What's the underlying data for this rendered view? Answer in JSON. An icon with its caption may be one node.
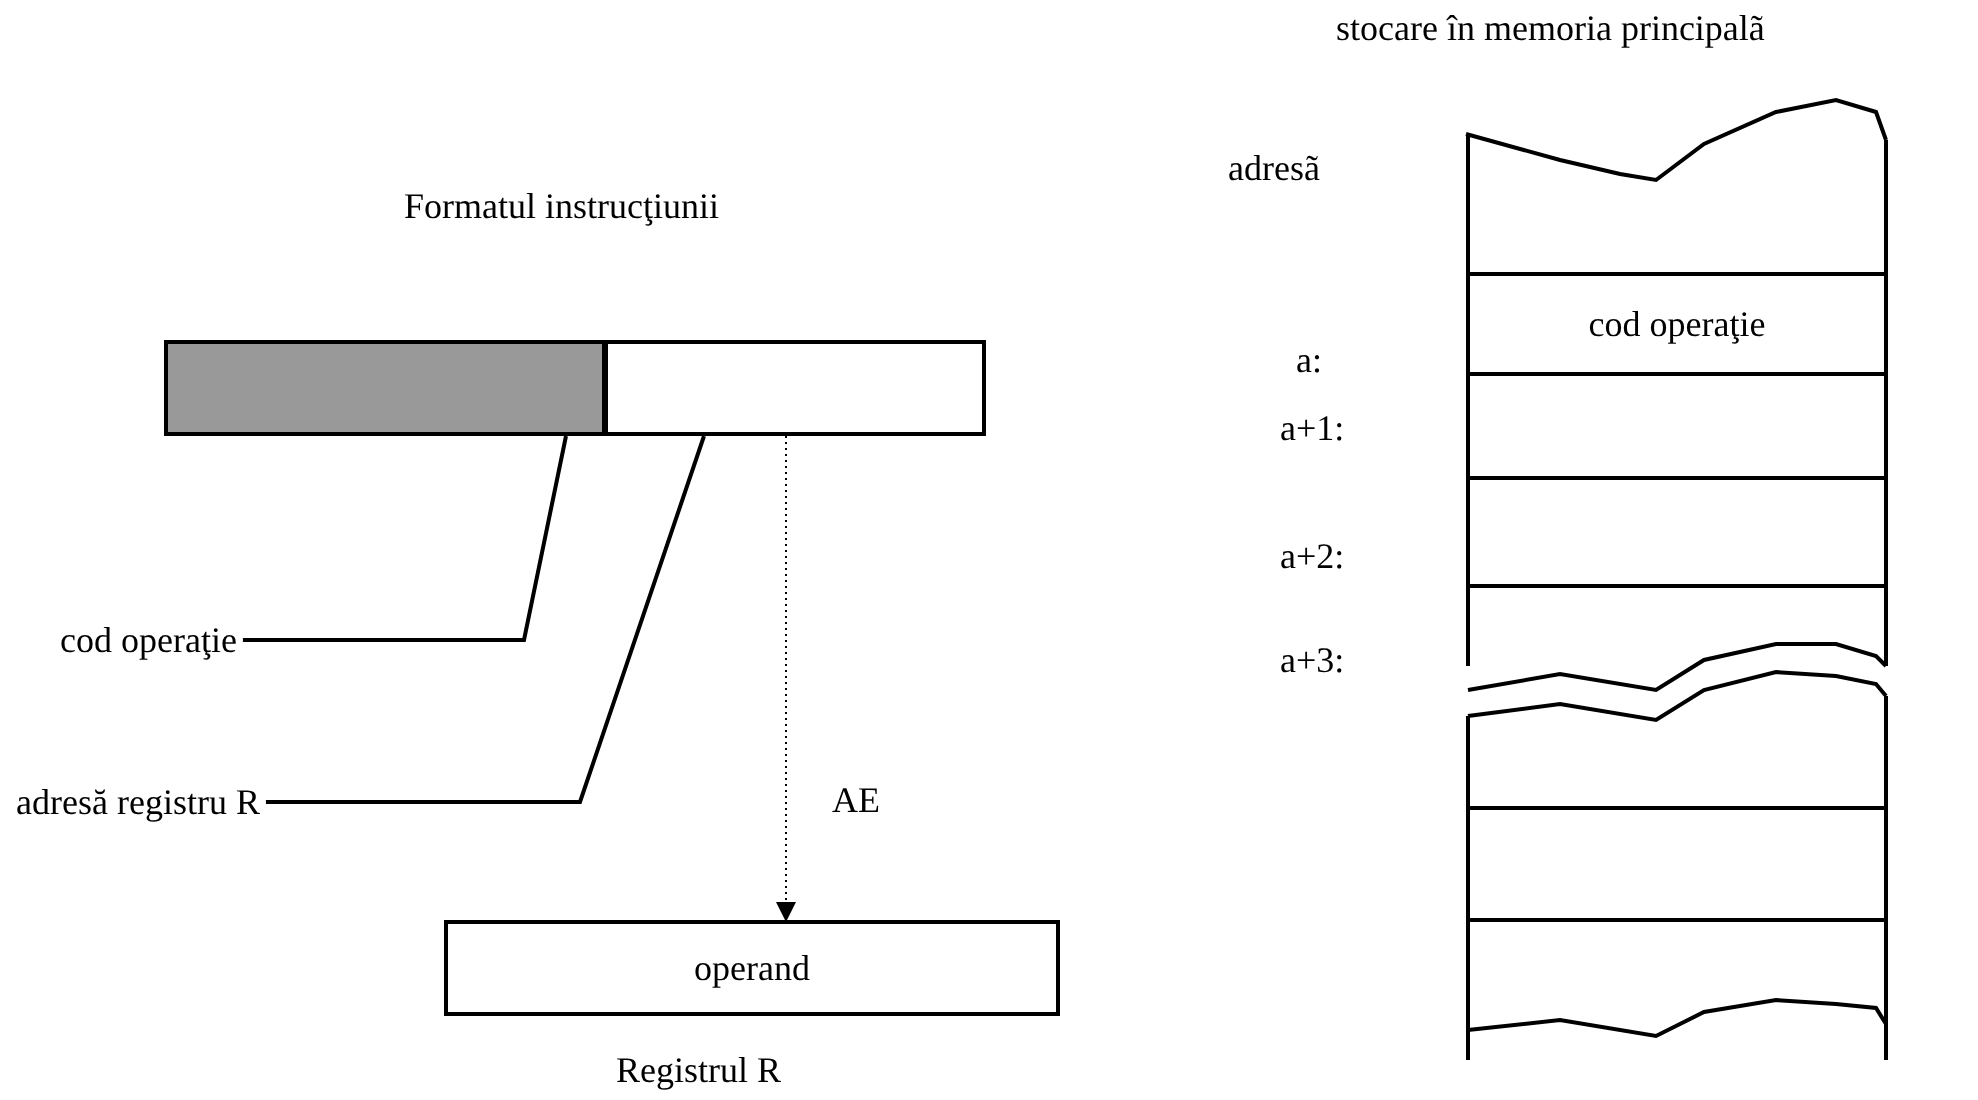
{
  "diagram": {
    "nodes": [
      {
        "text": [],
        "shape": "box"
      },
      {
        "text": [],
        "shape": "box"
      },
      {
        "text": [
          "cod operaţie"
        ]
      },
      {
        "text": [
          "adresă registru R"
        ]
      },
      {
        "text": [
          "operand"
        ],
        "beside": [
          "Registrul R"
        ]
      },
      {
        "text": [
          "cod operaţie"
        ]
      },
      {
        "text": [],
        "shape": "box"
      },
      {
        "text": [],
        "shape": "box"
      }
    ],
    "edges": [
      {
        "from": 2,
        "to": 0,
        "arrow": "none"
      },
      {
        "from": 3,
        "to": 1,
        "arrow": "none"
      },
      {
        "from": 1,
        "to": 4,
        "arrow": "to",
        "label": "AE",
        "style": "dashed"
      }
    ],
    "labels": [
      "Formatul instrucţiunii",
      "stocare în memoria principalã",
      "adresã",
      "a:",
      "a+1:",
      "a+2:",
      "a+3:"
    ]
  }
}
